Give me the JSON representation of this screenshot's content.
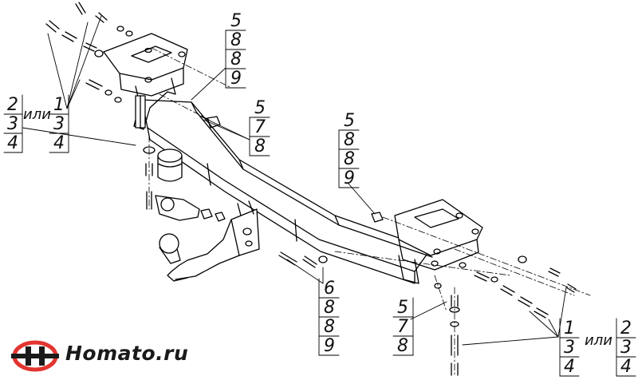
{
  "callouts": {
    "top_center": [
      "5",
      "8",
      "8",
      "9"
    ],
    "upper_mid": [
      "5",
      "7",
      "8"
    ],
    "center_right": [
      "5",
      "8",
      "8",
      "9"
    ],
    "bottom_center": [
      "6",
      "8",
      "8",
      "9"
    ],
    "bottom_mid": [
      "5",
      "7",
      "8"
    ]
  },
  "left_group": {
    "alt_column": [
      "2",
      "3",
      "4"
    ],
    "or_word": "или",
    "main_column": [
      "1",
      "3",
      "4"
    ]
  },
  "right_group": {
    "main_column": [
      "1",
      "3",
      "4"
    ],
    "or_word": "или",
    "alt_column": [
      "2",
      "3",
      "4"
    ]
  },
  "brand": {
    "name": "Homato.ru",
    "logo_icon": "homato-logo-icon",
    "colors": {
      "ring": "#e3342f",
      "mark": "#1a1a1a"
    }
  },
  "line_color": "#000000"
}
